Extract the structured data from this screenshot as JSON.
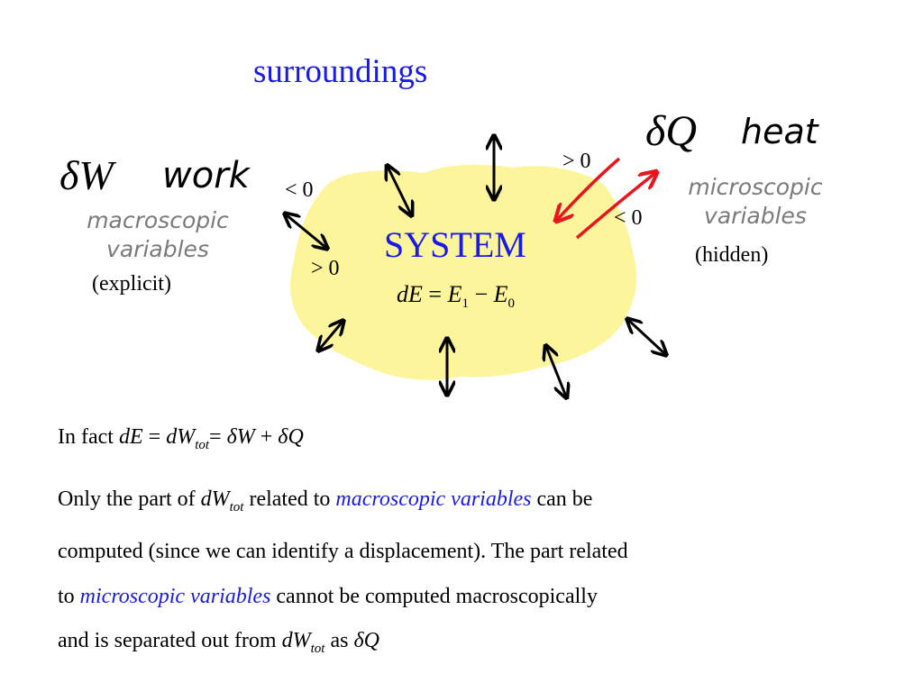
{
  "diagram": {
    "surroundings": "surroundings",
    "system": "SYSTEM",
    "formula": {
      "lhs": "dE",
      "eq": " = ",
      "e1": "E",
      "sub1": "1",
      "minus": " − ",
      "e0": "E",
      "sub0": "0"
    },
    "work": {
      "symbol": "δW",
      "word": "work",
      "var_line1": "macroscopic",
      "var_line2": "variables",
      "note": "(explicit)"
    },
    "heat": {
      "symbol": "δQ",
      "word": "heat",
      "var_line1": "microscopic",
      "var_line2": "variables",
      "note": "(hidden)"
    },
    "signs": {
      "work_out": "< 0",
      "work_in": "> 0",
      "heat_in": "> 0",
      "heat_out": "< 0"
    }
  },
  "text": {
    "line1": {
      "prefix": "In fact ",
      "dE": "dE",
      "eq1": " = ",
      "dW": "dW",
      "tot": "tot",
      "eq2": "= ",
      "dW2": "δW",
      "plus": " + ",
      "dQ": "δQ"
    },
    "para": {
      "r1_a": "Only the part of ",
      "r1_dW": "dW",
      "r1_tot": "tot",
      "r1_b": " related to ",
      "r1_hl": "macroscopic variables",
      "r1_c": " can be",
      "r2": "computed (since we can identify a displacement). The part related",
      "r3_a": "to ",
      "r3_hl": "microscopic variables",
      "r3_b": " cannot be computed macroscopically",
      "r4_a": "and is separated out from ",
      "r4_dW": "dW",
      "r4_tot": "tot",
      "r4_b": " as ",
      "r4_dQ": "δQ"
    }
  },
  "colors": {
    "blob": "#fdf59c",
    "heat_arrow": "#e8151b",
    "blue_text": "#1a1ae6",
    "grey_text": "#7a7a7a"
  }
}
